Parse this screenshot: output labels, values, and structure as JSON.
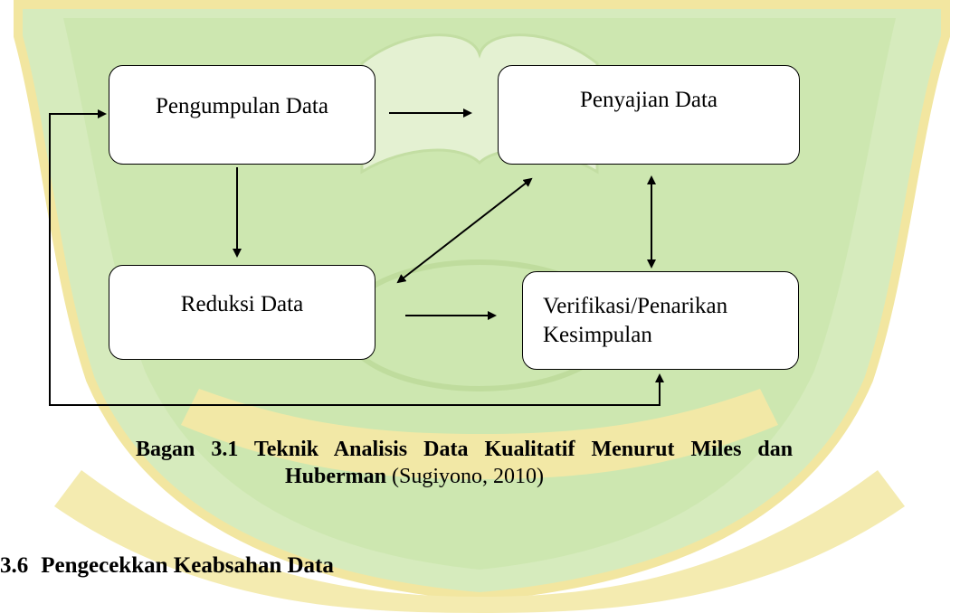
{
  "diagram": {
    "nodes": {
      "pengumpulan": {
        "label": "Pengumpulan Data"
      },
      "penyajian": {
        "label": "Penyajian Data"
      },
      "reduksi": {
        "label": "Reduksi Data"
      },
      "verifikasi": {
        "line1": "Verifikasi/Penarikan",
        "line2": "Kesimpulan"
      }
    },
    "edges": [
      {
        "from": "pengumpulan",
        "to": "penyajian",
        "style": "one-way"
      },
      {
        "from": "pengumpulan",
        "to": "reduksi",
        "style": "one-way"
      },
      {
        "from": "reduksi",
        "to": "penyajian",
        "style": "two-way"
      },
      {
        "from": "penyajian",
        "to": "verifikasi",
        "style": "two-way"
      },
      {
        "from": "reduksi",
        "to": "verifikasi",
        "style": "one-way"
      },
      {
        "from": "verifikasi",
        "to": "pengumpulan",
        "style": "feedback-loop"
      }
    ]
  },
  "caption": {
    "line1_bold": "Bagan 3.1 Teknik Analisis Data Kualitatif Menurut Miles dan",
    "line2_bold": "Huberman",
    "line2_citation": " (Sugiyono, 2010)"
  },
  "section": {
    "number": "3.6",
    "title": "Pengecekkan Keabsahan Data"
  },
  "colors": {
    "watermark_green": "#cfe6b3",
    "watermark_yellow": "#f4e9a8",
    "ink": "#000000"
  }
}
